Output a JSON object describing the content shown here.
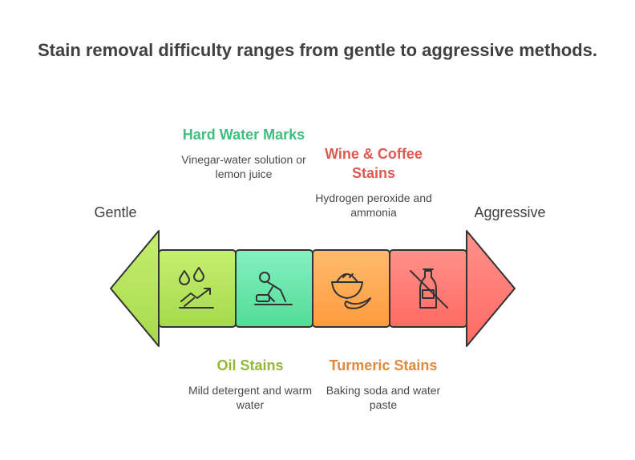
{
  "title": "Stain removal difficulty ranges from gentle to aggressive methods.",
  "scale": {
    "left_label": "Gentle",
    "right_label": "Aggressive"
  },
  "stages": [
    {
      "name": "Hard Water Marks",
      "description": "Vinegar-water solution or lemon juice",
      "icon": "water-drops-trend-icon",
      "color": "#3fbf7f"
    },
    {
      "name": "Oil Stains",
      "description": "Mild detergent and warm water",
      "icon": "person-cleaning-icon",
      "color": "#93b83a"
    },
    {
      "name": "Turmeric Stains",
      "description": "Baking soda and water paste",
      "icon": "spice-bowl-icon",
      "color": "#e0893a"
    },
    {
      "name": "Wine & Coffee Stains",
      "description": "Hydrogen peroxide and ammonia",
      "icon": "no-wine-bottle-icon",
      "color": "#dc5a52"
    }
  ],
  "colors": {
    "arrow_left": "#b5e45e",
    "segment_green": "#b5e45e",
    "segment_teal": "#6fe6b0",
    "segment_orange": "#ffab55",
    "segment_red": "#ff7b74",
    "arrow_right": "#ff7b74",
    "outline": "#333333"
  }
}
